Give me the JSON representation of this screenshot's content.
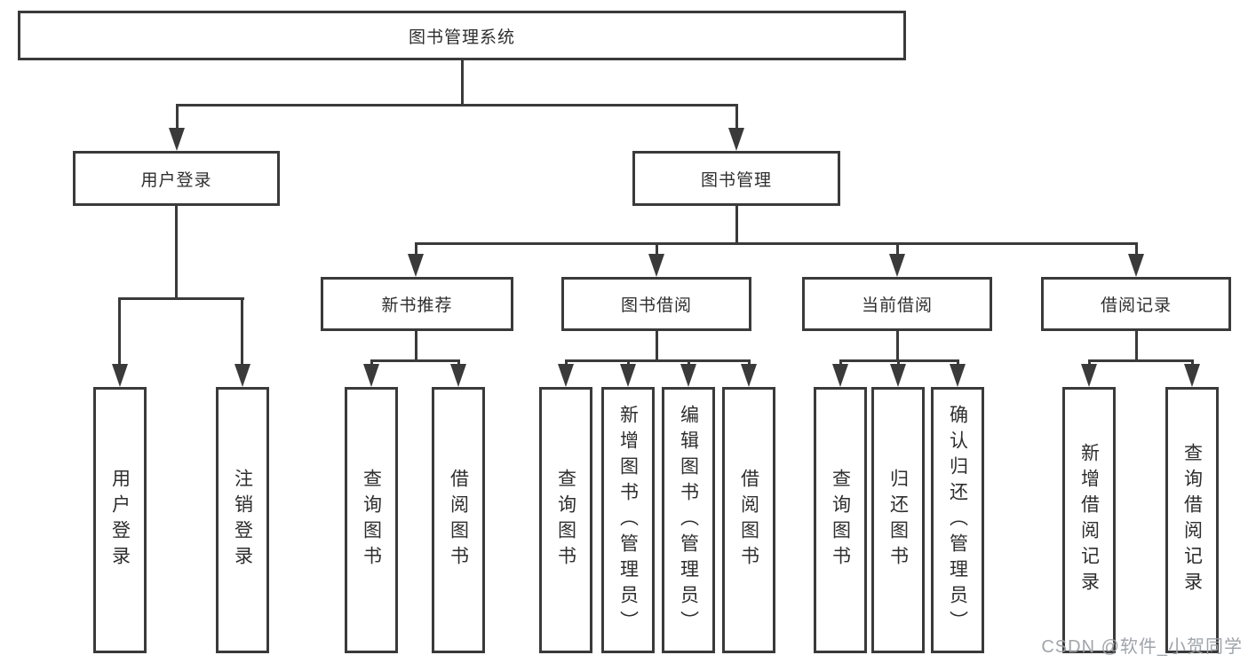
{
  "nodes": {
    "root": "图书管理系统",
    "user_login_group": "用户登录",
    "book_mgmt_group": "图书管理",
    "new_book_rec": "新书推荐",
    "book_borrow": "图书借阅",
    "current_borrow": "当前借阅",
    "borrow_records": "借阅记录",
    "leaf_user_login": "用户登录",
    "leaf_logout": "注销登录",
    "leaf_nbr_query_book": "查询图书",
    "leaf_nbr_borrow_book": "借阅图书",
    "leaf_bb_query_book": "查询图书",
    "leaf_bb_add_book_admin": "新增图书（管理员）",
    "leaf_bb_edit_book_admin": "编辑图书（管理员）",
    "leaf_bb_borrow_book": "借阅图书",
    "leaf_cb_query_book": "查询图书",
    "leaf_cb_return_book": "归还图书",
    "leaf_cb_confirm_return_admin": "确认归还（管理员）",
    "leaf_br_add_record": "新增借阅记录",
    "leaf_br_query_record": "查询借阅记录"
  },
  "watermark": "CSDN @软件_小贺同学",
  "colors": {
    "line": "#3a3a3a",
    "box_border": "#3a3a3a",
    "box_fill": "#ffffff",
    "text": "#2e2e2e",
    "watermark_text": "#9aa0a6",
    "background": "#ffffff"
  }
}
